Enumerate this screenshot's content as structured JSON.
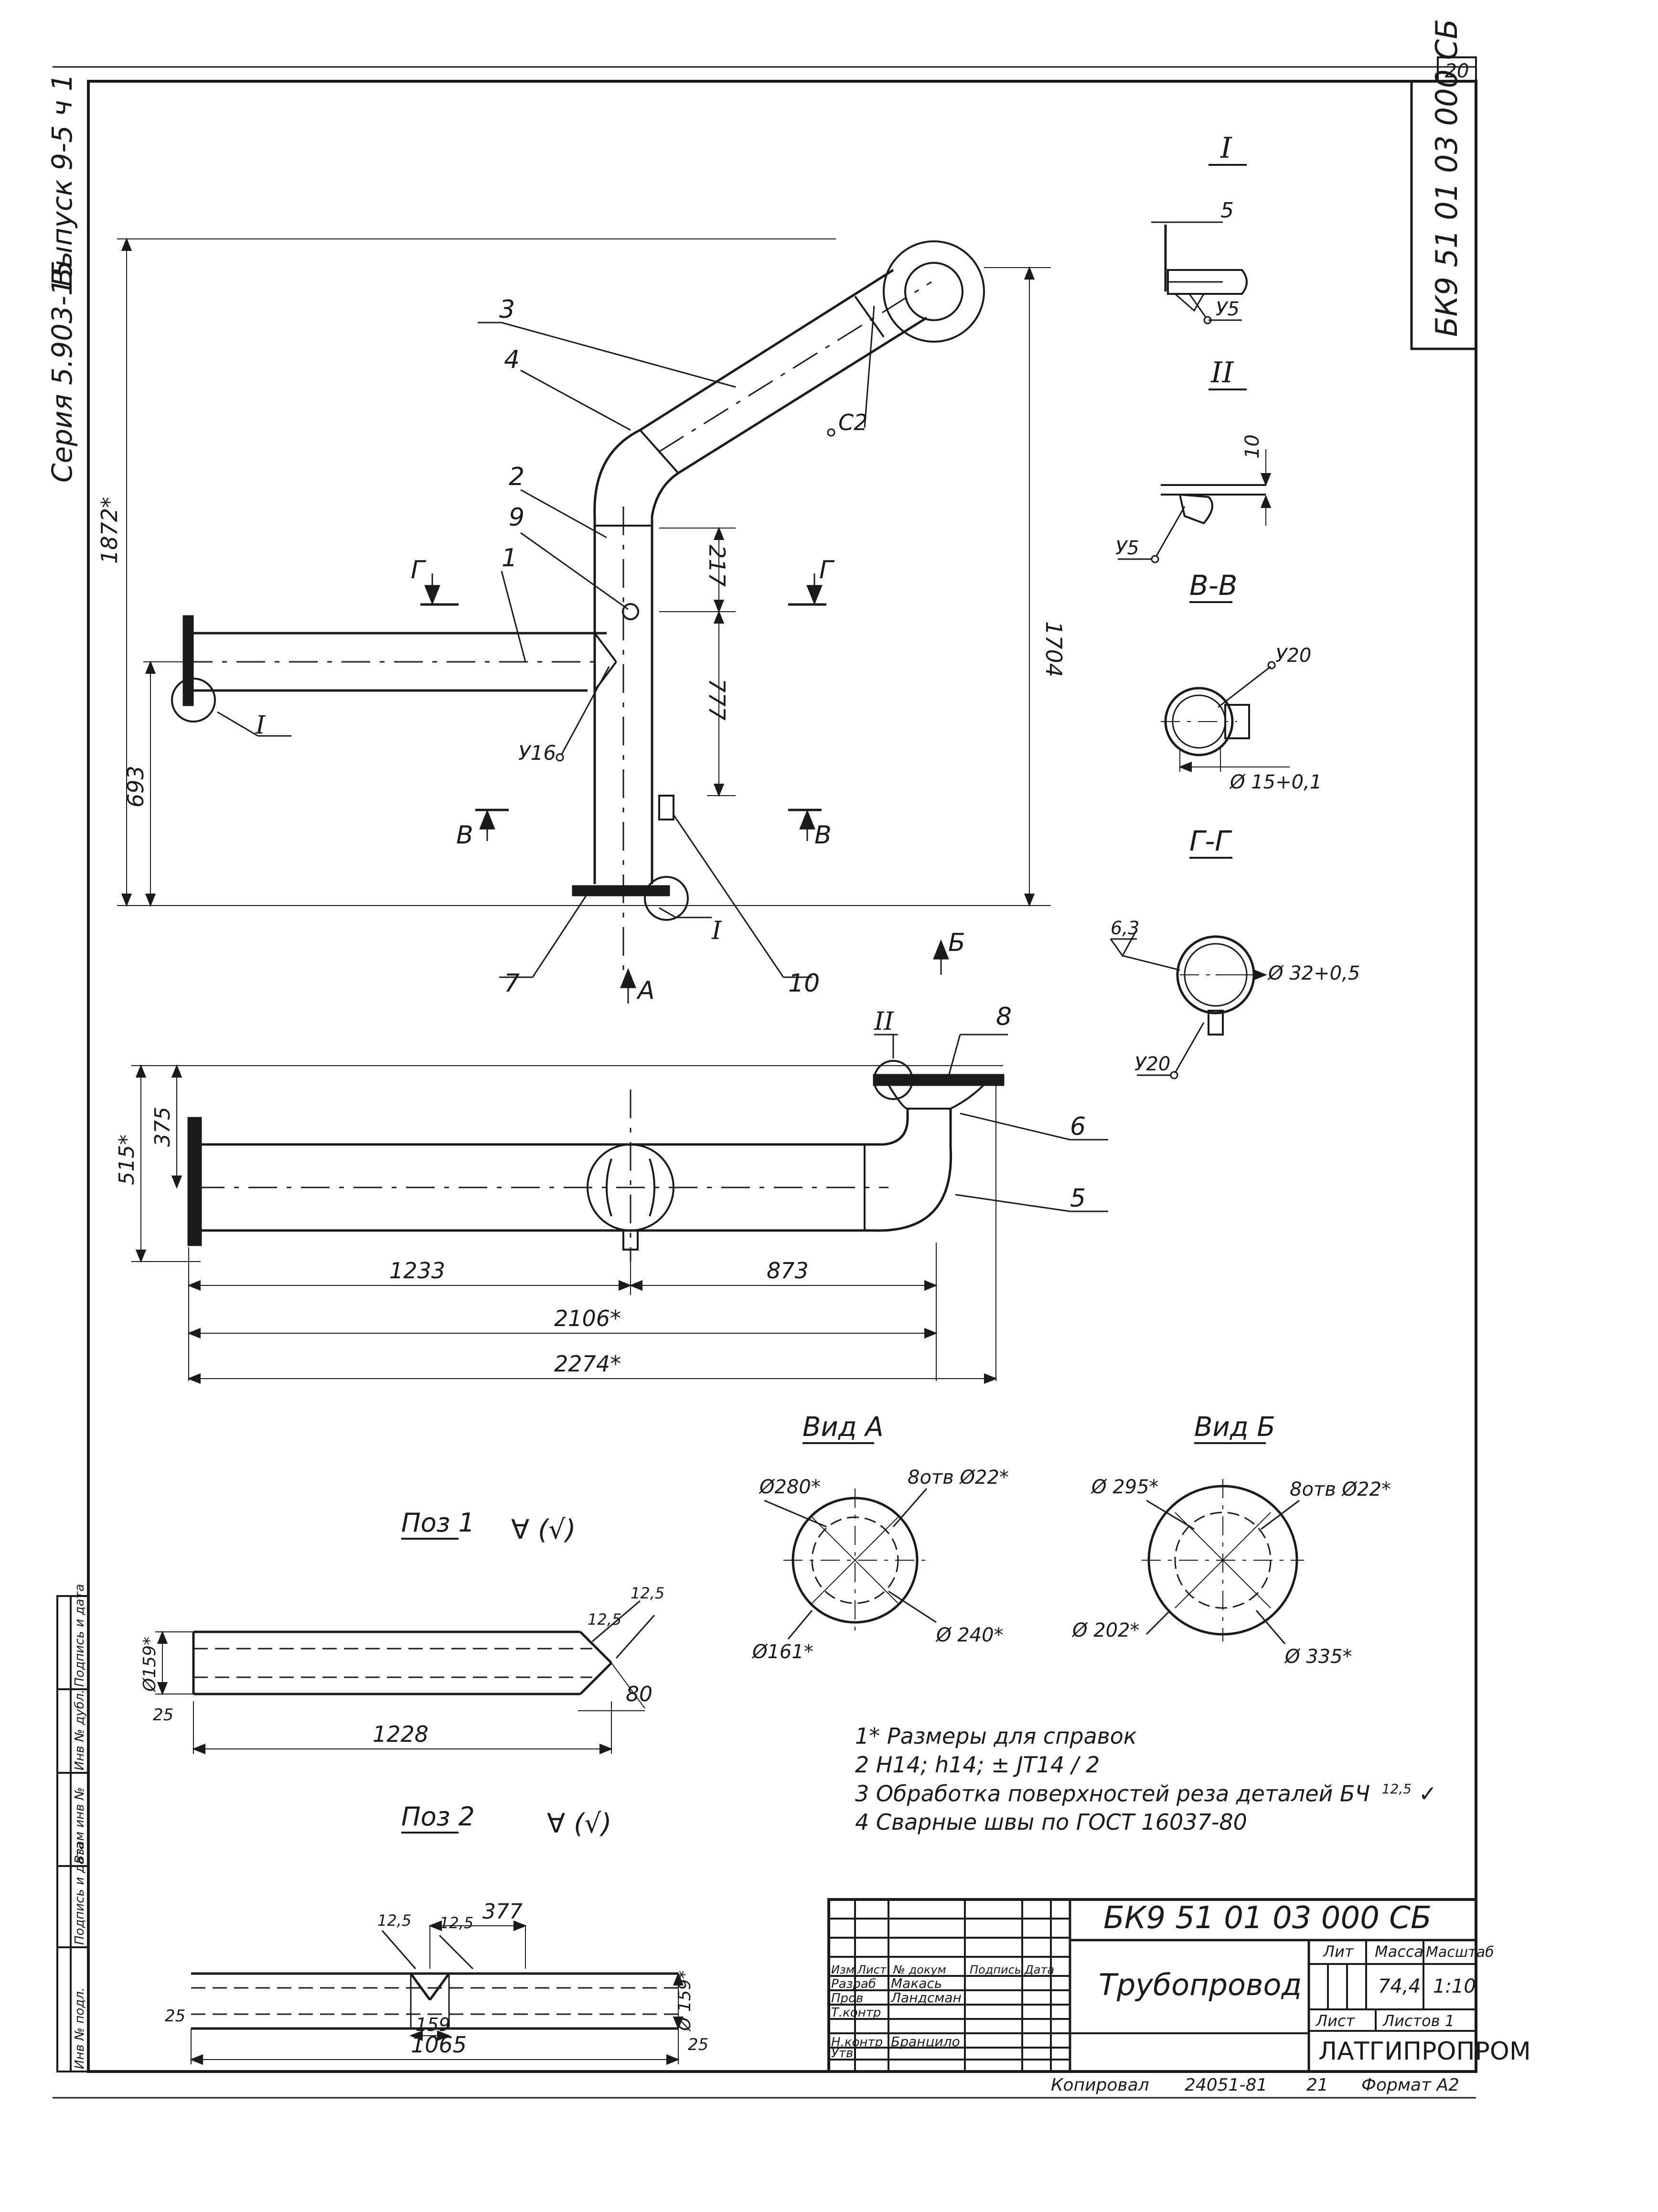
{
  "sheet": {
    "number": "20",
    "series_label": "Серия 5.903-15",
    "issue_label": "Выпуск 9-5 ч 1",
    "side_code": "БК9 51 01 03 000 СБ"
  },
  "section_labels": {
    "detail_I": "I",
    "detail_II": "II",
    "section_BB": "В-В",
    "section_GG": "Г-Г",
    "view_A": "Вид А",
    "view_B": "Вид Б",
    "pos1": "Поз 1",
    "pos2": "Поз 2",
    "roughness_general": "∀ (√)"
  },
  "main_view": {
    "positions": [
      "1",
      "2",
      "3",
      "4",
      "5",
      "6",
      "7",
      "8",
      "9",
      "10"
    ],
    "dims": {
      "d1872": "1872*",
      "d1704": "1704",
      "d693": "693",
      "d217": "217",
      "d777": "777",
      "weld_C2": "С2",
      "weld_U16": "У16",
      "sec_G": "Г",
      "sec_V": "В",
      "view_A_mark": "А",
      "view_B_mark": "Б",
      "detail_I": "I",
      "detail_II": "II"
    }
  },
  "plan_view": {
    "dims": {
      "d515": "515*",
      "d375": "375",
      "d1233": "1233",
      "d873": "873",
      "d2106": "2106*",
      "d2274": "2274*"
    }
  },
  "details": {
    "I_dim": "5",
    "I_weld": "У5",
    "II_dim": "10",
    "II_weld": "У5",
    "BB_weld": "У20",
    "BB_dia": "Ø 15+0,1",
    "GG_rough": "6,3",
    "GG_dia": "Ø 32+0,5",
    "GG_weld": "У20"
  },
  "view_A": {
    "d280": "Ø280*",
    "holes": "8отв Ø22*",
    "d161": "Ø161*",
    "d240": "Ø 240*"
  },
  "view_B": {
    "d295": "Ø 295*",
    "holes": "8отв Ø22*",
    "d202": "Ø 202*",
    "d335": "Ø 335*"
  },
  "pos1": {
    "d159": "Ø159*",
    "r125a": "12,5",
    "r125b": "12,5",
    "r25": "25",
    "angle": "80",
    "length": "1228"
  },
  "pos2": {
    "r125a": "12,5",
    "r125b": "12,5",
    "d377": "377",
    "d159": "159",
    "dia": "Ø 159*",
    "r25a": "25",
    "r25b": "25",
    "length": "1065"
  },
  "notes": [
    "1* Размеры для справок",
    "2 H14; h14; ± JT14 / 2",
    "3 Обработка поверхностей реза деталей БЧ",
    "4 Сварные швы по ГОСТ 16037-80"
  ],
  "note3_rough": "12,5",
  "title_block": {
    "code": "БК9 51 01 03 000 СБ",
    "name": "Трубопровод",
    "col_headers": [
      "Изм",
      "Лист",
      "№ докум",
      "Подпись",
      "Дата"
    ],
    "roles": [
      "Разраб",
      "Пров",
      "Т.контр",
      "Н.контр",
      "Утв."
    ],
    "people": [
      "Макась",
      "Ландсман",
      "Бранцило"
    ],
    "lit": "Лит",
    "mass": "Масса",
    "scale": "Масштаб",
    "mass_value": "74,4",
    "scale_value": "1:10",
    "sheet": "Лист",
    "sheets": "Листов 1",
    "org": "ЛАТГИПРОПРОМ"
  },
  "footer": {
    "copied": "Копировал",
    "inv": "24051-81",
    "page": "21",
    "format": "Формат А2"
  },
  "side_stamps": [
    "Инв № подл.",
    "Подпись и дата",
    "Взам инв №",
    "Инв № дубл.",
    "Подпись и дата"
  ]
}
